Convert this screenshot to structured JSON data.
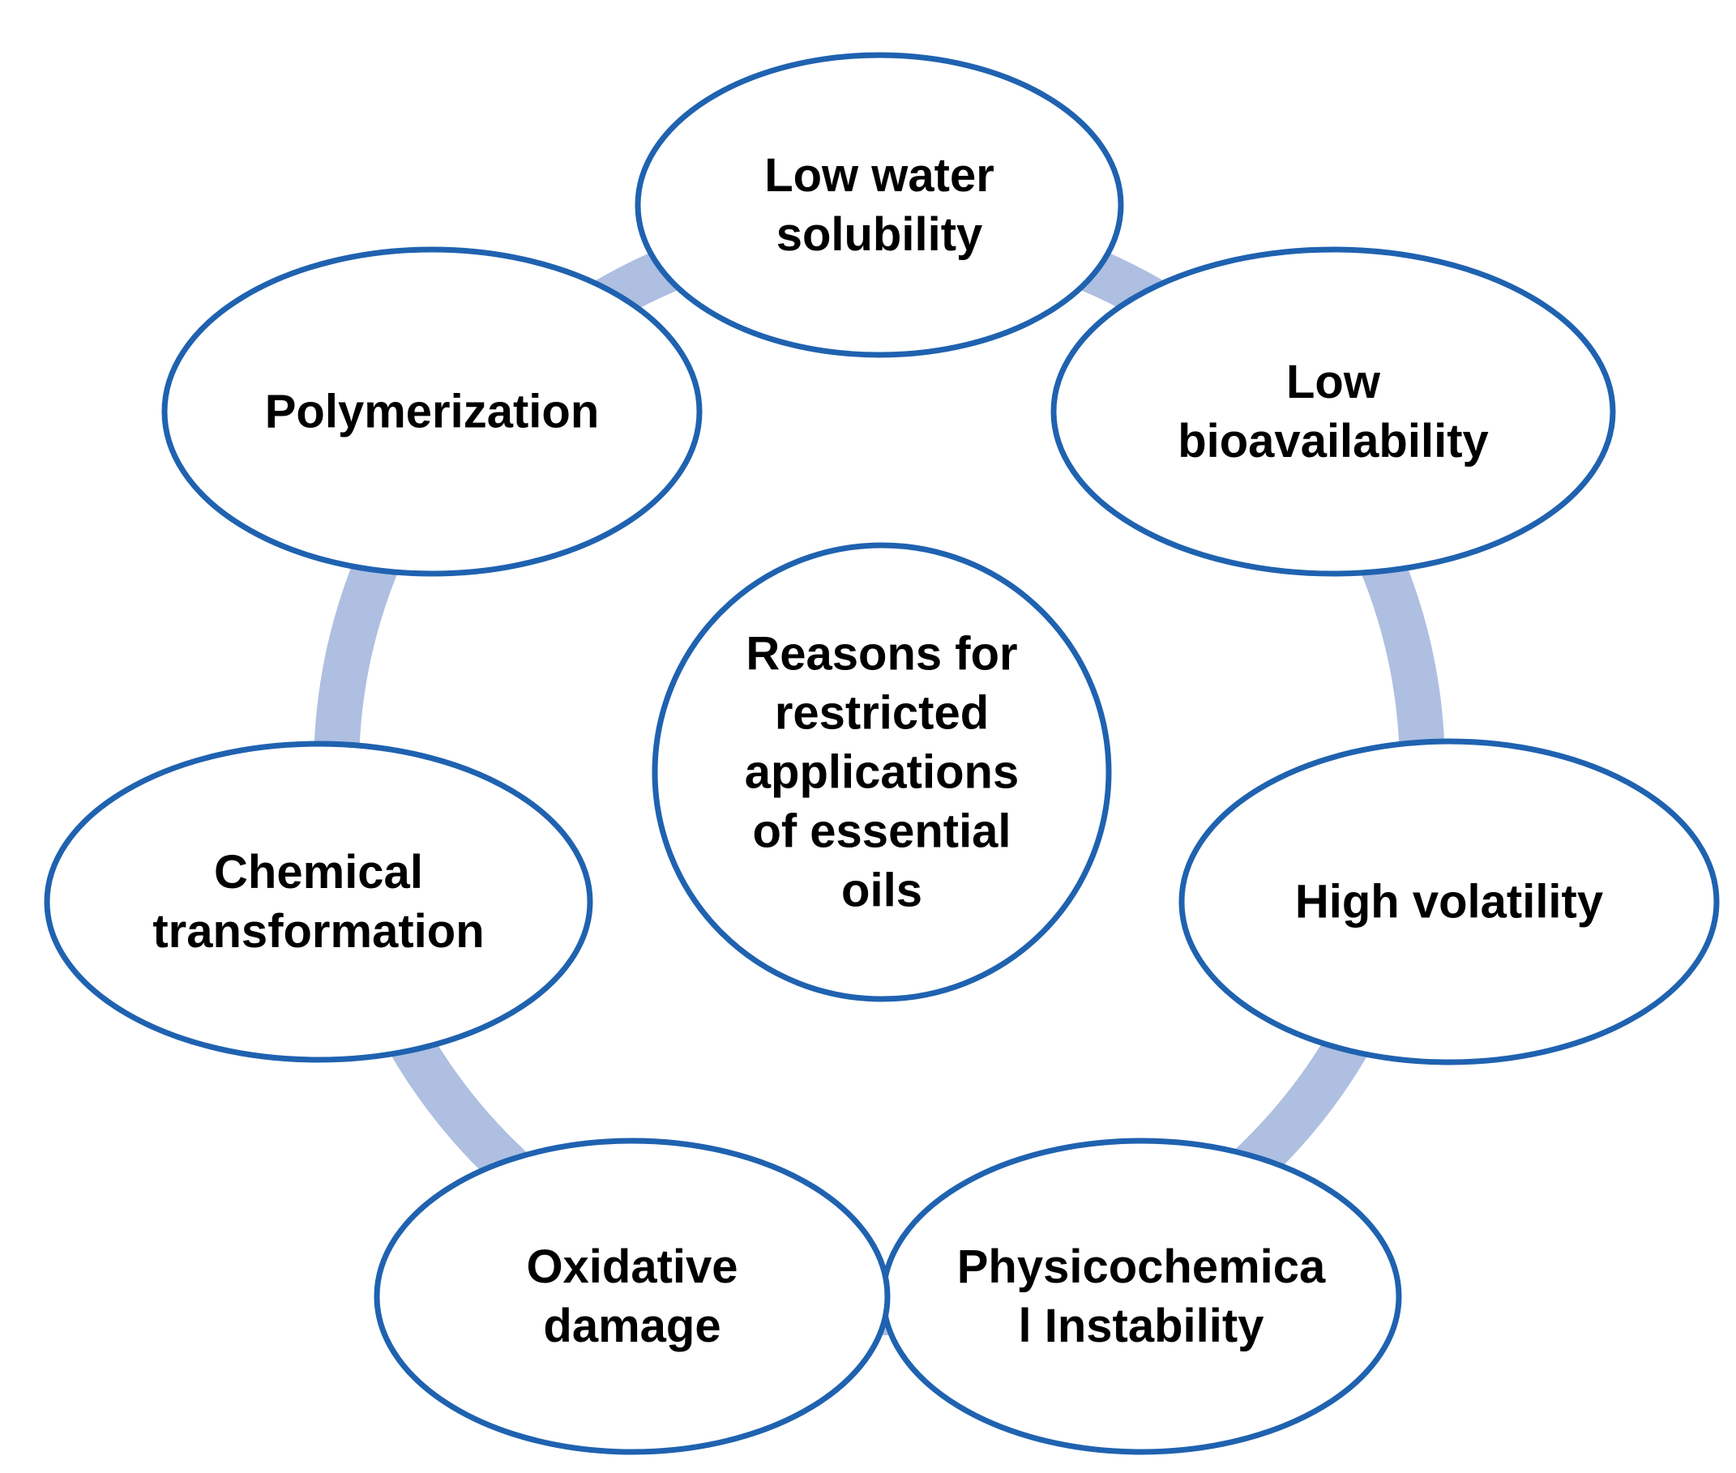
{
  "colors": {
    "ellipse_stroke": "#1f62b0",
    "ellipse_fill": "#ffffff",
    "ring": "#aebfe1",
    "text": "#000000"
  },
  "center": {
    "lines": [
      "Reasons for",
      "restricted",
      "applications",
      "of essential",
      "oils"
    ]
  },
  "nodes": [
    {
      "id": "low-water-solubility",
      "lines": [
        "Low water",
        "solubility"
      ]
    },
    {
      "id": "low-bioavailability",
      "lines": [
        "Low",
        "bioavailability"
      ]
    },
    {
      "id": "high-volatility",
      "lines": [
        "High volatility"
      ]
    },
    {
      "id": "physicochemical-instability",
      "lines": [
        "Physicochemica",
        "l Instability"
      ]
    },
    {
      "id": "oxidative-damage",
      "lines": [
        "Oxidative",
        "damage"
      ]
    },
    {
      "id": "chemical-transformation",
      "lines": [
        "Chemical",
        "transformation"
      ]
    },
    {
      "id": "polymerization",
      "lines": [
        "Polymerization"
      ]
    }
  ]
}
